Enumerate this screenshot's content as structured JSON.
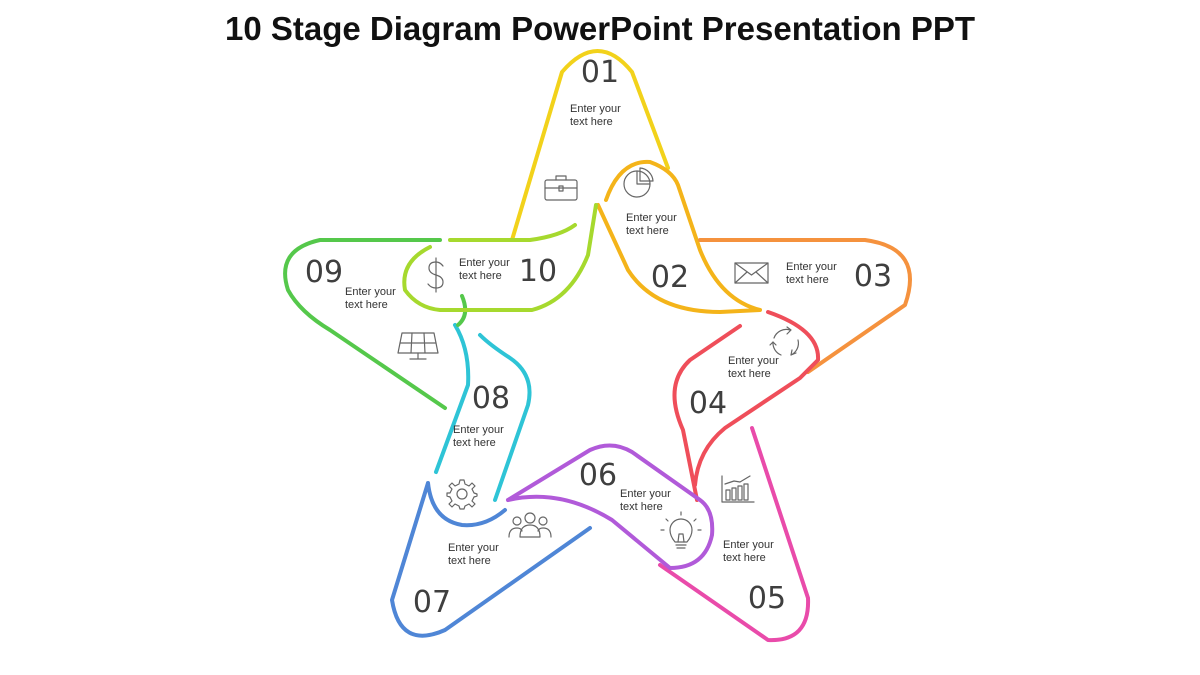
{
  "title": "10 Stage Diagram PowerPoint Presentation PPT",
  "stages": [
    {
      "number": "01",
      "text_line1": "Enter your",
      "text_line2": "text here",
      "color": "#F2D21B",
      "icon": "briefcase-icon"
    },
    {
      "number": "02",
      "text_line1": "Enter your",
      "text_line2": "text here",
      "color": "#F4B41A",
      "icon": "pie-chart-icon"
    },
    {
      "number": "03",
      "text_line1": "Enter your",
      "text_line2": "text here",
      "color": "#F5923E",
      "icon": "envelope-icon"
    },
    {
      "number": "04",
      "text_line1": "Enter your",
      "text_line2": "text here",
      "color": "#EF4E5A",
      "icon": "refresh-cycle-icon"
    },
    {
      "number": "05",
      "text_line1": "Enter your",
      "text_line2": "text here",
      "color": "#E94BAA",
      "icon": "bar-chart-icon"
    },
    {
      "number": "06",
      "text_line1": "Enter your",
      "text_line2": "text here",
      "color": "#B15AD9",
      "icon": "lightbulb-icon"
    },
    {
      "number": "07",
      "text_line1": "Enter your",
      "text_line2": "text here",
      "color": "#4F86D6",
      "icon": "team-people-icon"
    },
    {
      "number": "08",
      "text_line1": "Enter your",
      "text_line2": "text here",
      "color": "#2EC4D6",
      "icon": "gear-icon"
    },
    {
      "number": "09",
      "text_line1": "Enter your",
      "text_line2": "text here",
      "color": "#55C84B",
      "icon": "solar-panel-icon"
    },
    {
      "number": "10",
      "text_line1": "Enter your",
      "text_line2": "text here",
      "color": "#A6D92E",
      "icon": "dollar-icon"
    }
  ]
}
